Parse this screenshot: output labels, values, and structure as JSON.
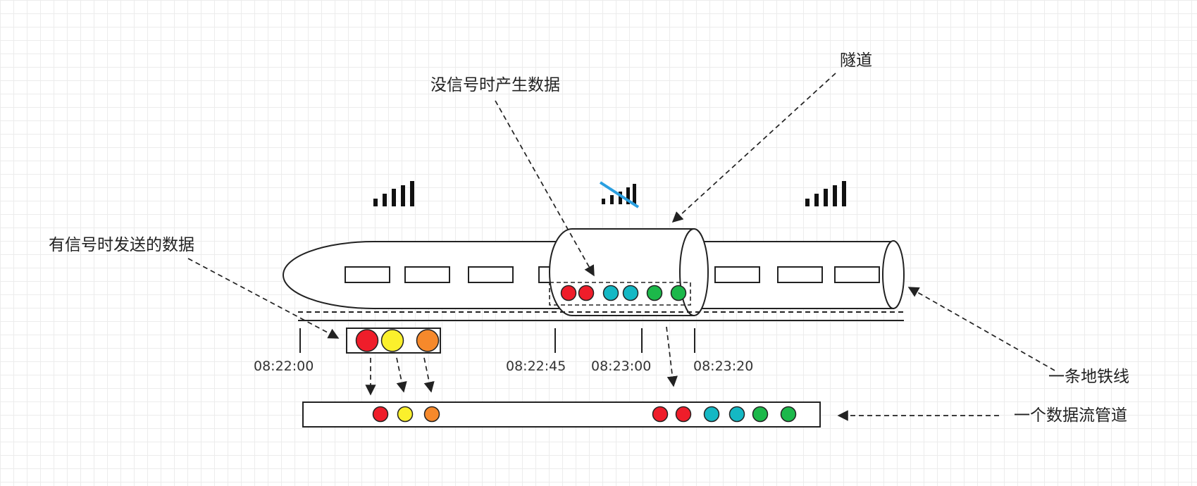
{
  "labels": {
    "tunnel": "隧道",
    "no_signal_data": "没信号时产生数据",
    "signal_sent_data": "有信号时发送的数据",
    "subway_line": "一条地铁线",
    "data_pipeline": "一个数据流管道"
  },
  "timestamps": [
    "08:22:00",
    "08:22:45",
    "08:23:00",
    "08:23:20"
  ],
  "signal_states": [
    "good",
    "none",
    "good"
  ],
  "colors": {
    "red": "#ef1d2a",
    "yellow": "#fbf02c",
    "orange": "#f6892b",
    "cyan": "#14b8c4",
    "green": "#1cb84a",
    "no_signal_slash": "#2a9fe0",
    "stroke": "#222222"
  },
  "sent_batch": [
    "red",
    "yellow",
    "orange"
  ],
  "buffered_batch": [
    "red",
    "red",
    "cyan",
    "cyan",
    "green",
    "green"
  ],
  "pipeline_items": [
    "red",
    "yellow",
    "orange",
    "red",
    "red",
    "cyan",
    "cyan",
    "green",
    "green"
  ]
}
